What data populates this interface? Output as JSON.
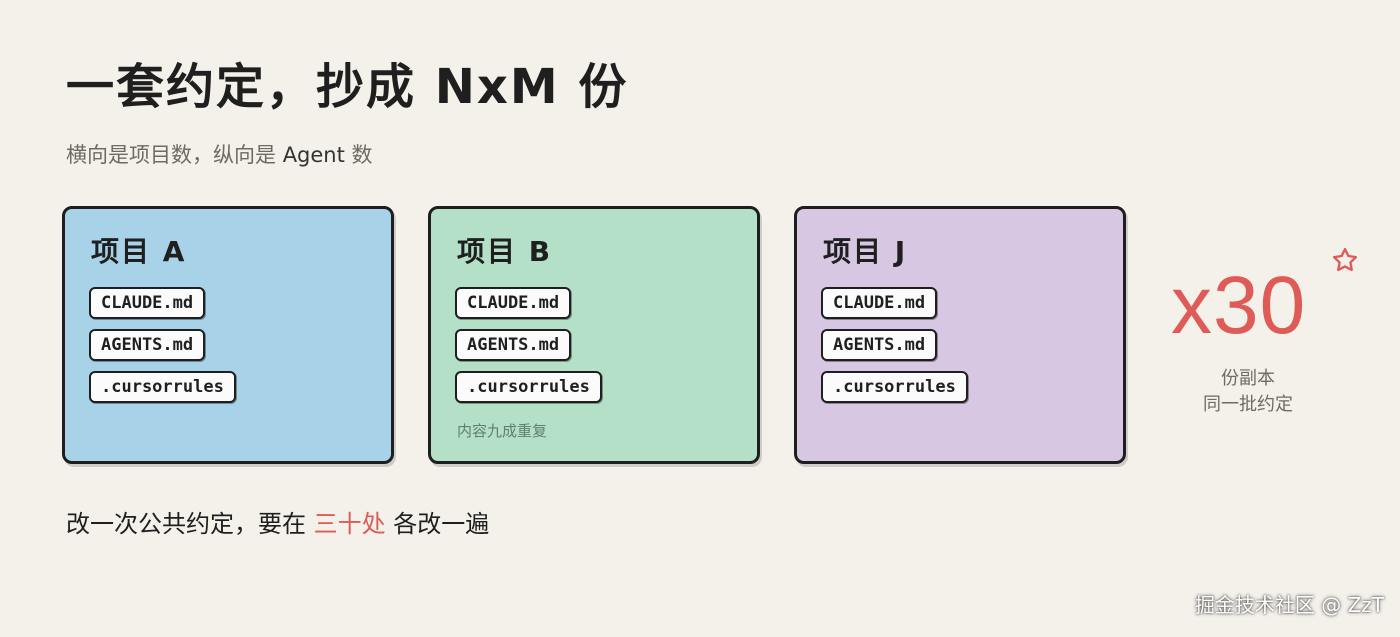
{
  "title": "一套约定，抄成 NxM 份",
  "subtitle": {
    "prefix": "横向是项目数，纵向是",
    "agent": "Agent",
    "suffix": "数"
  },
  "cards": [
    {
      "title": "项目 A",
      "color": "#a7d2e8",
      "files": [
        "CLAUDE.md",
        "AGENTS.md",
        ".cursorrules"
      ],
      "note": ""
    },
    {
      "title": "项目 B",
      "color": "#b4e0c8",
      "files": [
        "CLAUDE.md",
        "AGENTS.md",
        ".cursorrules"
      ],
      "note": "内容九成重复"
    },
    {
      "title": "项目 J",
      "color": "#d7c7e2",
      "files": [
        "CLAUDE.md",
        "AGENTS.md",
        ".cursorrules"
      ],
      "note": ""
    }
  ],
  "multiplier": {
    "text": "x30",
    "line1": "份副本",
    "line2": "同一批约定",
    "color": "#df5b57",
    "icon": "star-icon"
  },
  "bottom": {
    "prefix": "改一次公共约定，要在",
    "highlight": "三十处",
    "suffix": "各改一遍"
  },
  "watermark": "掘金技术社区 @ ZzT"
}
